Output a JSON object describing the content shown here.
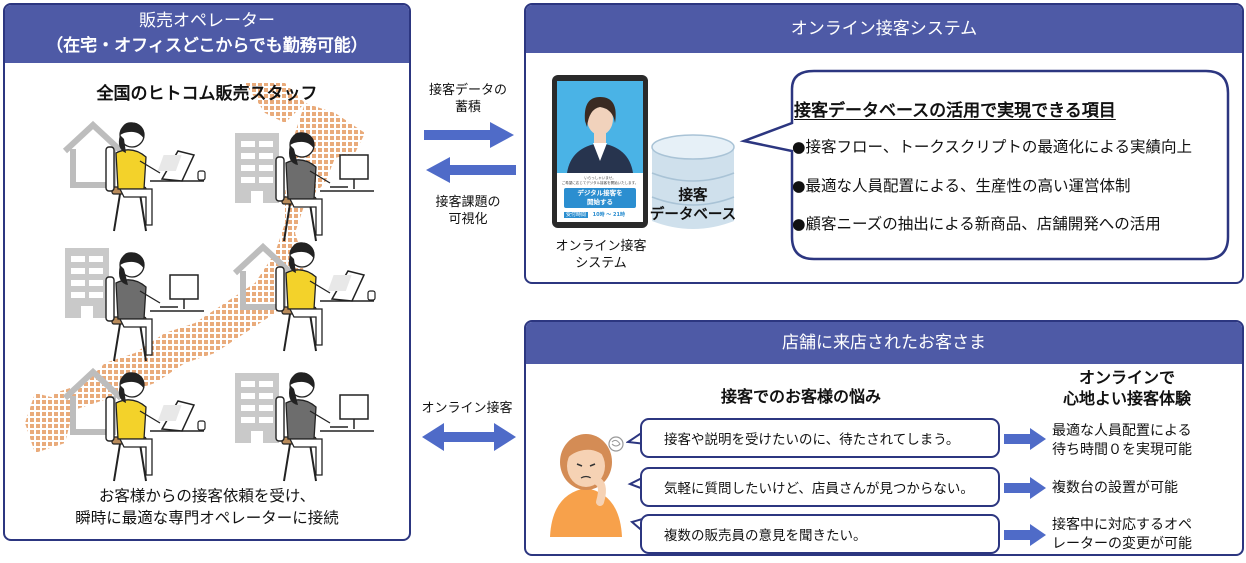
{
  "operator_panel": {
    "title_line1": "販売オペレーター",
    "title_line2": "（在宅・オフィスどこからでも勤務可能）",
    "subtitle": "全国のヒトコム販売スタッフ",
    "footer_line1": "お客様からの接客依頼を受け、",
    "footer_line2": "瞬時に最適な専門オペレーターに接続"
  },
  "flows": {
    "top_right_label_line1": "接客データの",
    "top_right_label_line2": "蓄積",
    "top_left_label_line1": "接客課題の",
    "top_left_label_line2": "可視化",
    "bottom_label": "オンライン接客"
  },
  "system_panel": {
    "title": "オンライン接客システム",
    "tablet_caption_line1": "オンライン接客",
    "tablet_caption_line2": "システム",
    "tablet_screen": {
      "small_text_1": "いらっしゃいませ。",
      "small_text_2": "ご希望に応じてデジタル接客を開始いたします。",
      "button_line1": "デジタル接客を",
      "button_line2": "開始する",
      "hours_tag": "受付時間",
      "hours": "10時 ～ 21時"
    },
    "db_label_line1": "接客",
    "db_label_line2": "データベース",
    "bubble_title": "接客データベースの活用で実現できる項目",
    "bullets": [
      "●接客フロー、トークスクリプトの最適化による実績向上",
      "●最適な人員配置による、生産性の高い運営体制",
      "●顧客ニーズの抽出による新商品、店舗開発への活用"
    ]
  },
  "store_panel": {
    "title": "店舗に来店されたお客さま",
    "worries_heading": "接客でのお客様の悩み",
    "benefits_heading_line1": "オンラインで",
    "benefits_heading_line2": "心地よい接客体験",
    "rows": [
      {
        "worry": "接客や説明を受けたいのに、待たされてしまう。",
        "benefit_line1": "最適な人員配置による",
        "benefit_line2": "待ち時間０を実現可能"
      },
      {
        "worry": "気軽に質問したいけど、店員さんが見つからない。",
        "benefit_line1": "複数台の設置が可能",
        "benefit_line2": ""
      },
      {
        "worry": "複数の販売員の意見を聞きたい。",
        "benefit_line1": "接客中に対応するオペ",
        "benefit_line2": "レーターの変更が可能"
      }
    ]
  },
  "colors": {
    "navy": "#2c3680",
    "header_blue": "#4e5aa6",
    "arrow_blue": "#4f6bc8",
    "map_orange": "#e8a774",
    "shirt_yellow": "#f3d22a"
  }
}
